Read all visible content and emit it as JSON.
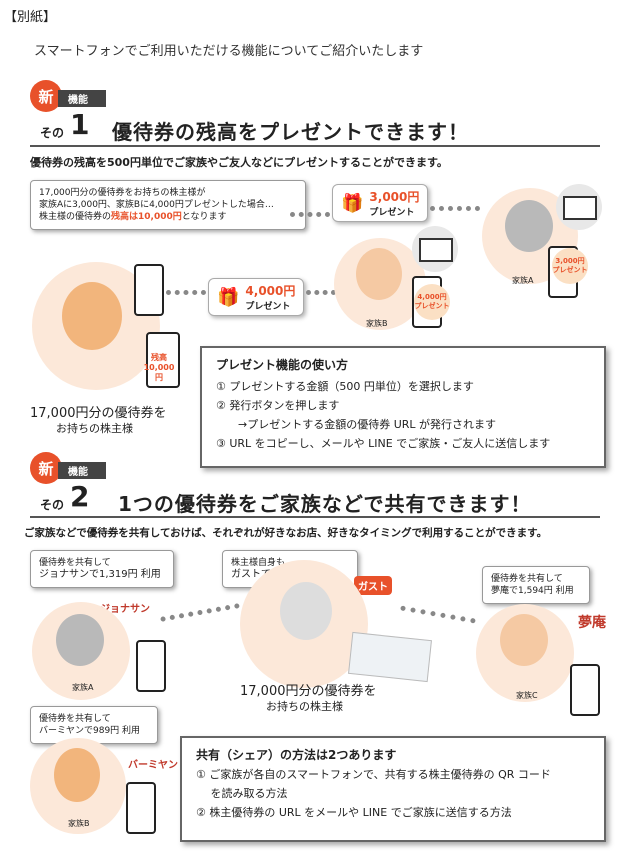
{
  "header": {
    "tag": "【別紙】",
    "intro": "スマートフォンでご利用いただける機能についてご紹介いたします"
  },
  "section1": {
    "badge": "新",
    "kinou": "機能",
    "sono": "その",
    "number": "1",
    "title": "優待券の残高をプレゼントできます！",
    "subtitle": "優待券の残高を500円単位でご家族やご友人などにプレゼントすることができます。",
    "bubble": {
      "line1": "17,000円分の優待券をお持ちの株主様が",
      "line2": "家族Aに3,000円、家族Bに4,000円プレゼントした場合…",
      "line3_prefix": "株主様の優待券の",
      "line3_red": "残高は10,000円",
      "line3_suffix": "となります"
    },
    "gift_a": {
      "amount": "3,000円",
      "label": "プレゼント"
    },
    "gift_b": {
      "amount": "4,000円",
      "label": "プレゼント"
    },
    "coin_a": {
      "amount": "3,000円",
      "label": "プレゼント"
    },
    "coin_b": {
      "amount": "4,000円",
      "label": "プレゼント"
    },
    "balance": {
      "label": "残高",
      "amount": "10,000円"
    },
    "family_a": "家族A",
    "family_b": "家族B",
    "holder_line1": "17,000円分の優待券を",
    "holder_line2": "お持ちの株主様",
    "howto": {
      "title": "プレゼント機能の使い方",
      "steps": [
        "① プレゼントする金額（500 円単位）を選択します",
        "② 発行ボタンを押します",
        "　　→プレゼントする金額の優待券 URL が発行されます",
        "③ URL をコピーし、メールや LINE でご家族・ご友人に送信します"
      ]
    }
  },
  "section2": {
    "badge": "新",
    "kinou": "機能",
    "sono": "その",
    "number": "2",
    "title": "1つの優待券をご家族などで共有できます！",
    "subtitle": "ご家族などで優待券を共有しておけば、それぞれが好きなお店、好きなタイミングで利用することができます。",
    "bubble_a": {
      "line1": "優待券を共有して",
      "line2": "ジョナサンで1,319円 利用"
    },
    "bubble_holder": {
      "line1": "株主様自身も",
      "line2": "ガストで1,990円 利用"
    },
    "bubble_c": {
      "line1": "優待券を共有して",
      "line2": "夢庵で1,594円 利用"
    },
    "bubble_b": {
      "line1": "優待券を共有して",
      "line2": "バーミヤンで989円 利用"
    },
    "logos": {
      "gusto": "ガスト",
      "yumean": "夢庵",
      "bamiyan": "バーミヤン",
      "jonathan": "ジョナサン"
    },
    "family_a": "家族A",
    "family_b": "家族B",
    "family_c": "家族C",
    "holder_line1": "17,000円分の優待券を",
    "holder_line2": "お持ちの株主様",
    "methods": {
      "title": "共有（シェア）の方法は2つあります",
      "steps": [
        "① ご家族が各自のスマートフォンで、共有する株主優待券の QR コード",
        "　 を読み取る方法",
        "② 株主優待券の URL をメールや LINE でご家族に送信する方法"
      ]
    }
  },
  "colors": {
    "accent": "#e8512a",
    "skin_bg": "#fce8d9"
  }
}
